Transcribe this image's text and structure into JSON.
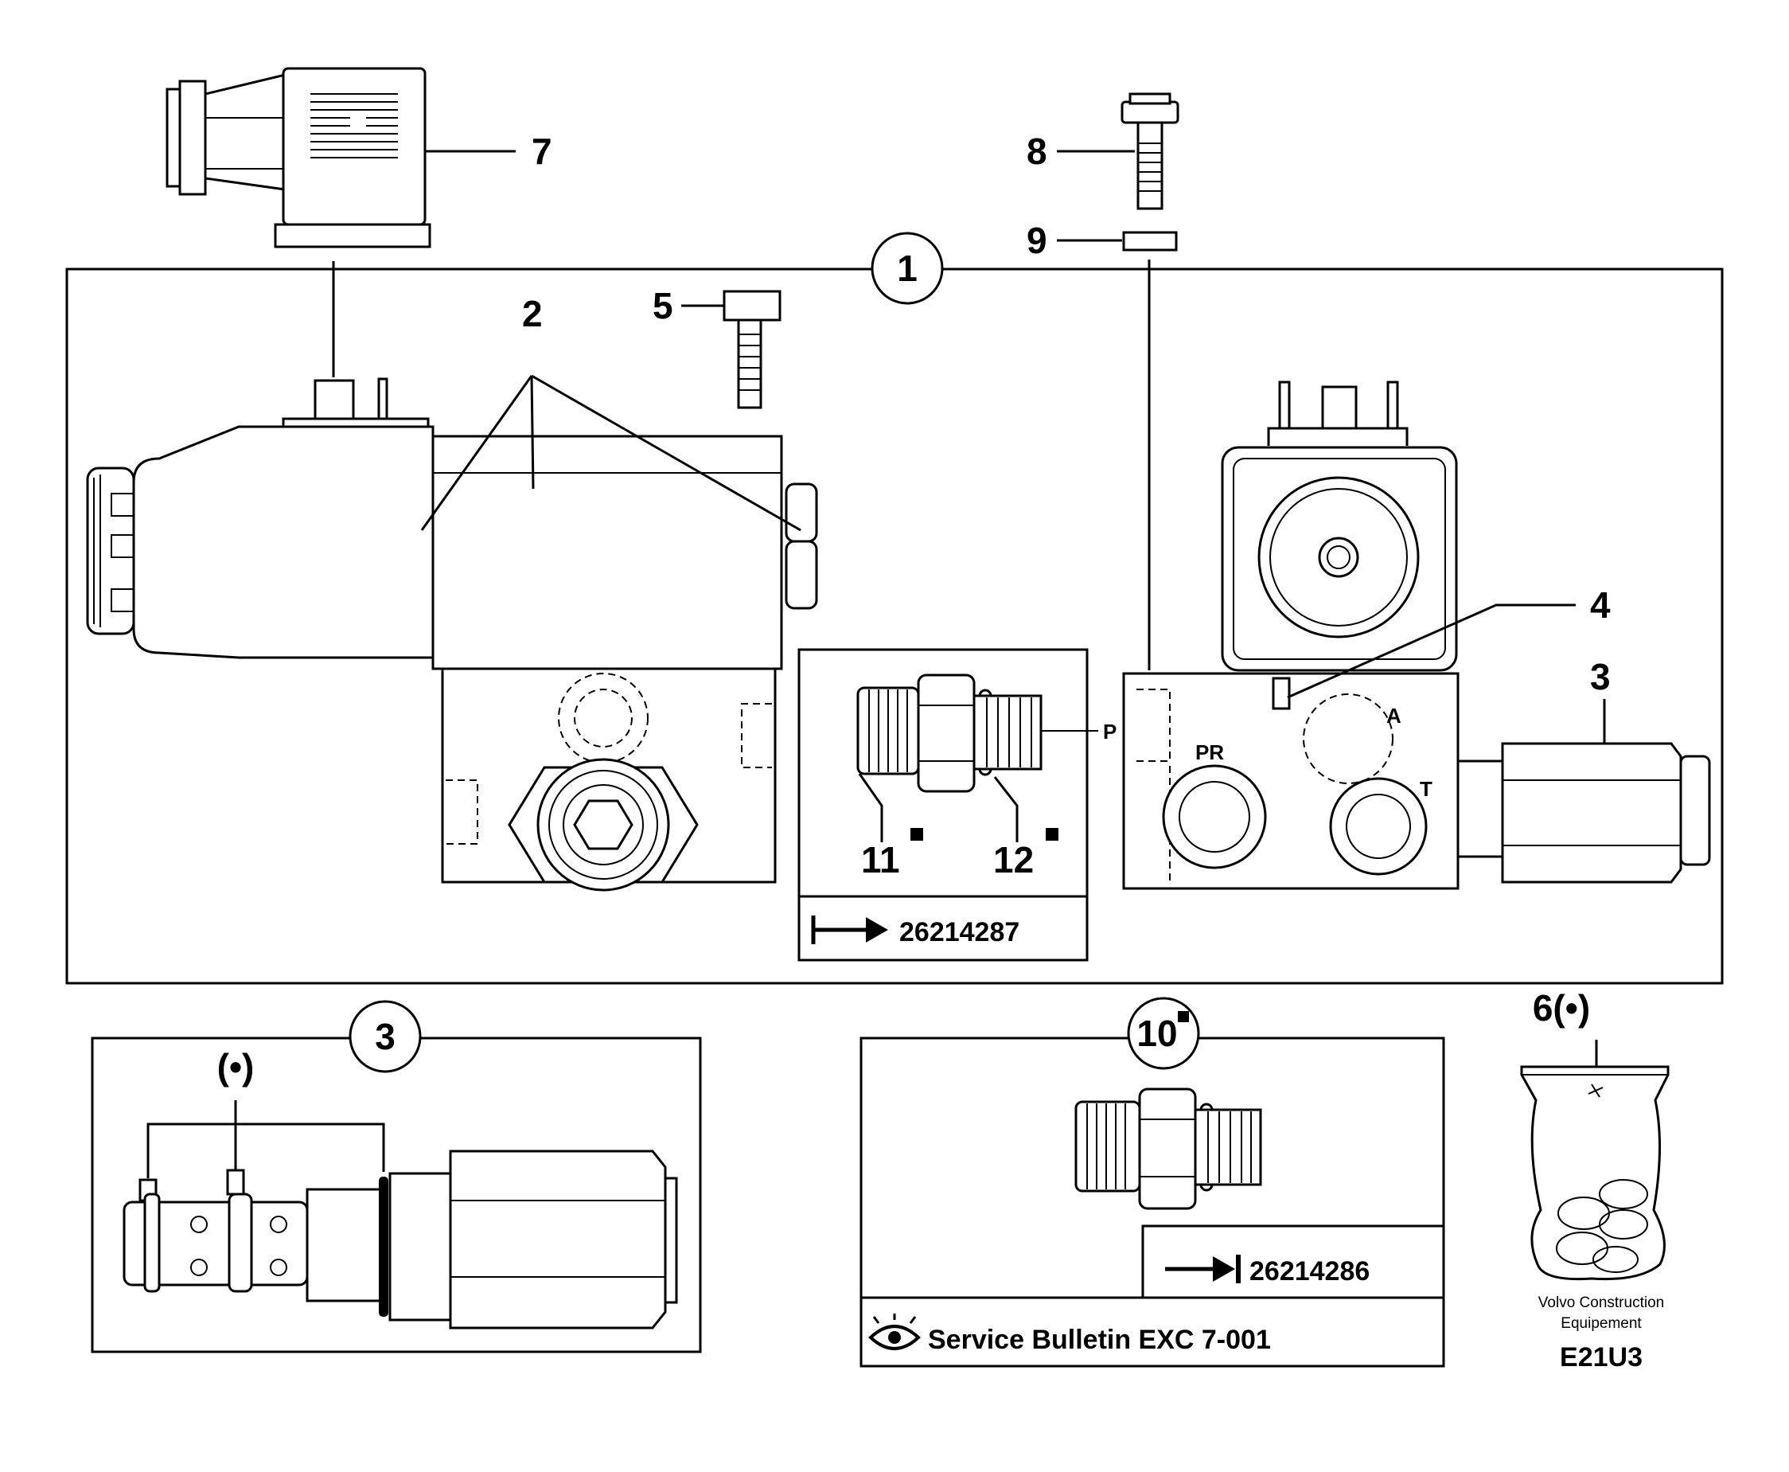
{
  "callouts": {
    "c1": "1",
    "c2": "2",
    "c3": "3",
    "c4": "4",
    "c5": "5",
    "c7": "7",
    "c8": "8",
    "c9": "9",
    "c11": "11",
    "c12": "12",
    "circle1": "1",
    "circle3": "3",
    "circle10": "10",
    "c6": "6(•)",
    "bullet_note": "(•)"
  },
  "port_labels": {
    "p": "P",
    "pr": "PR",
    "a": "A",
    "t": "T"
  },
  "boxes": {
    "fitting_box_part_number": "26214287",
    "replacement_box_part_number": "26214286",
    "service_bulletin": "Service Bulletin EXC 7-001"
  },
  "footer": {
    "manufacturer_line1": "Volvo Construction",
    "manufacturer_line2": "Equipement",
    "drawing_code": "E21U3"
  },
  "icons": [
    "arrow-right-icon",
    "arrow-to-bar-icon",
    "eye-icon",
    "square-marker-icon"
  ]
}
